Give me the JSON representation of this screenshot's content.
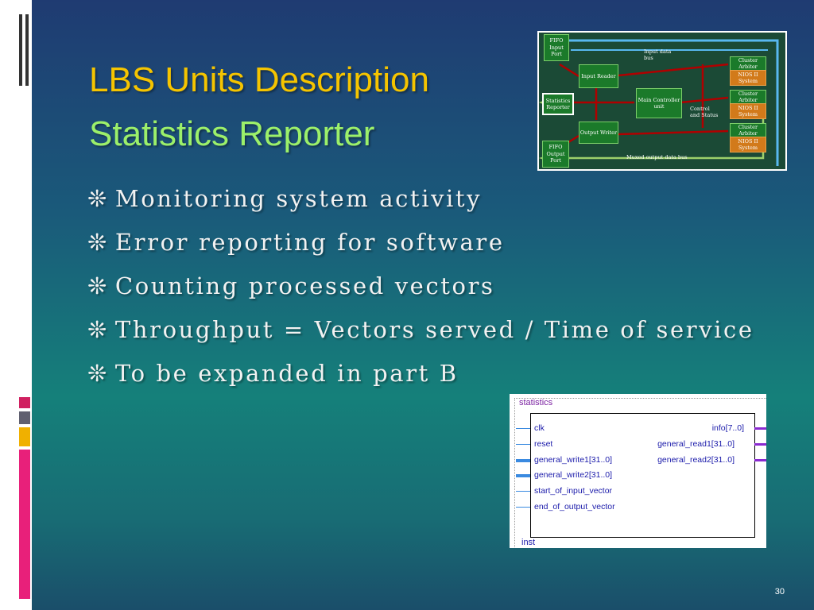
{
  "title_line1": "LBS Units Description",
  "title_line2": "Statistics Reporter",
  "bullet_glyph": "❊",
  "bullets": [
    "Monitoring system activity",
    "Error reporting for software",
    "Counting processed vectors",
    "Throughput  = Vectors served / Time of service",
    "To be expanded in part B"
  ],
  "architecture_diagram": {
    "fifo_input_port": "FIFO Input Port",
    "input_reader": "Input Reader",
    "statistics_reporter": "Statistics Reporter",
    "main_controller": "Main Controller unit",
    "output_writer": "Output Writer",
    "fifo_output_port": "FIFO Output Port",
    "input_data_bus": "Input data bus",
    "control_status": "Control and Status",
    "muxed_output_bus": "Muxed output data bus",
    "clusters": [
      {
        "arbiter": "Cluster Arbiter",
        "system": "NIOS II System"
      },
      {
        "arbiter": "Cluster Arbiter",
        "system": "NIOS II System"
      },
      {
        "arbiter": "Cluster Arbiter",
        "system": "NIOS II System"
      }
    ],
    "colors": {
      "data_bus": "#58b8f0",
      "control": "#b00000",
      "output_bus": "#9ccf6a"
    }
  },
  "statistics_block": {
    "name": "statistics",
    "instance": "inst",
    "inputs": [
      "clk",
      "reset",
      "general_write1[31..0]",
      "general_write2[31..0]",
      "start_of_input_vector",
      "end_of_output_vector"
    ],
    "outputs": [
      "info[7..0]",
      "general_read1[31..0]",
      "general_read2[31..0]"
    ],
    "colors": {
      "input_pin": "#3a8ae0",
      "output_pin": "#8a2ad0",
      "label": "#1a1aaa"
    }
  },
  "page_number": "30"
}
